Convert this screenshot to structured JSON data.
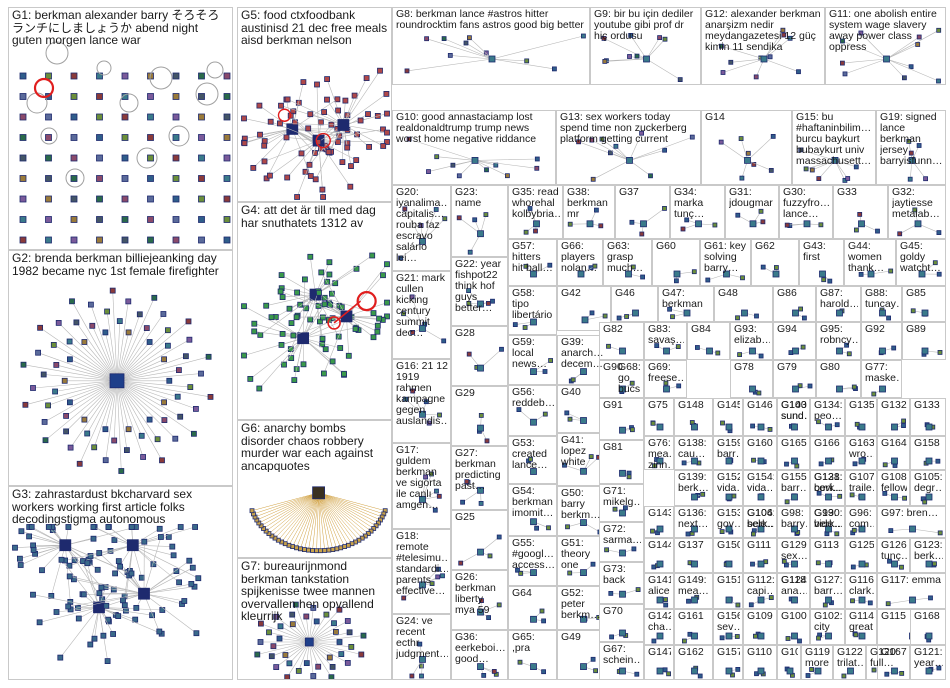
{
  "graph_title": "",
  "colors": {
    "border": "#c9c9c9",
    "edge": "#b8b8b8",
    "node_border": "#1e2a6e",
    "highlight": "#e01e1e",
    "text": "#1a1a1a"
  },
  "groups": [
    {
      "id": "G1",
      "title": "G1: berkman alexander barry そろそろランチにしましょうか abend night guten morgen lance war"
    },
    {
      "id": "G2",
      "title": "G2: brenda berkman billiejeanking day 1982 became nyc 1st female firefighter"
    },
    {
      "id": "G3",
      "title": "G3: zahrastardust bkcharvard sex workers working first article folks decodingstigma autonomous"
    },
    {
      "id": "G4",
      "title": "G4: att det är till med dag har snuthatets 1312 av"
    },
    {
      "id": "G5",
      "title": "G5: food ctxfoodbank austinisd 21 dec free meals aisd berkman nelson"
    },
    {
      "id": "G6",
      "title": "G6: anarchy bombs disorder chaos robbery murder war each against ancapquotes"
    },
    {
      "id": "G7",
      "title": "G7: bureaurijnmond berkman tankstation spijkenisse twee mannen overvallen hen opvallend kleurrijk"
    },
    {
      "id": "G8",
      "title": "G8: berkman lance #astros hitter roundrocktim fans astros good big better"
    },
    {
      "id": "G9",
      "title": "G9: bir bu için dediler youtube gibi prof dr hiç ordusu"
    },
    {
      "id": "G10",
      "title": "G10: good annastaciamp lost realdonaldtrump trump news worst home negative riddance"
    },
    {
      "id": "G11",
      "title": "G11: one abolish entire system wage slavery away power class oppress"
    },
    {
      "id": "G12",
      "title": "G12: alexander berkman anarşizm nedir meydangazetesi 12 güç kimin 11 sendika"
    },
    {
      "id": "G13",
      "title": "G13: sex workers today spend time non zuckerberg platform getting current"
    },
    {
      "id": "G14",
      "title": "G14"
    },
    {
      "id": "G15",
      "title": "G15: bu #haftaninbilim… burcu baykurt bubaykurt univ massachusett…"
    },
    {
      "id": "G16",
      "title": "G16: 21 12 1919 rahmen kampagne gegen auslandis…"
    },
    {
      "id": "G17",
      "title": "G17: guldem berkman ve sigorta ile canlı amgen…"
    },
    {
      "id": "G18",
      "title": "G18: remote #telesimu… standardi… parents effective…"
    },
    {
      "id": "G19",
      "title": "G19: signed lance berkman jersey barryisfunn…"
    },
    {
      "id": "G20",
      "title": "G20: iyanalima… capitalis… rouba faz escravo salário lei…"
    },
    {
      "id": "G21",
      "title": "G21: mark cullen kicking century summit dec…"
    },
    {
      "id": "G22",
      "title": "G22: year fishpot22 think hof guys better…"
    },
    {
      "id": "G23",
      "title": "G23: name"
    },
    {
      "id": "G24",
      "title": "G24: ve recent ecthr judgment…"
    },
    {
      "id": "G25",
      "title": "G25"
    },
    {
      "id": "G26",
      "title": "G26: berkman liberty mya 59"
    },
    {
      "id": "G27",
      "title": "G27: berkman predicting past…"
    },
    {
      "id": "G28",
      "title": "G28"
    },
    {
      "id": "G29",
      "title": "G29"
    },
    {
      "id": "G30",
      "title": "G30: fuzzyfro… lance…"
    },
    {
      "id": "G31",
      "title": "G31: jdougmar"
    },
    {
      "id": "G32",
      "title": "G32: jaytiesse metalab…"
    },
    {
      "id": "G33",
      "title": "G33"
    },
    {
      "id": "G34",
      "title": "G34: marka tunç…"
    },
    {
      "id": "G35",
      "title": "G35: read whorehal kolbybria…"
    },
    {
      "id": "G36",
      "title": "G36: eerkeboi… good…"
    },
    {
      "id": "G37",
      "title": "G37"
    },
    {
      "id": "G38",
      "title": "G38: berkman mr"
    },
    {
      "id": "G39",
      "title": "G39: anarch… decem…"
    },
    {
      "id": "G40",
      "title": "G40"
    },
    {
      "id": "G41",
      "title": "G41: lopez white"
    },
    {
      "id": "G42",
      "title": "G42"
    },
    {
      "id": "G43",
      "title": "G43: first"
    },
    {
      "id": "G44",
      "title": "G44: women thank…"
    },
    {
      "id": "G45",
      "title": "G45: goldy watcht…"
    },
    {
      "id": "G46",
      "title": "G46"
    },
    {
      "id": "G47",
      "title": "G47: berkman"
    },
    {
      "id": "G48",
      "title": "G48"
    },
    {
      "id": "G49",
      "title": "G49"
    },
    {
      "id": "G50",
      "title": "G50: barry berkm…"
    },
    {
      "id": "G51",
      "title": "G51: theory one"
    },
    {
      "id": "G52",
      "title": "G52: peter berkm…"
    },
    {
      "id": "G53",
      "title": "G53: created lance…"
    },
    {
      "id": "G54",
      "title": "G54: berkman imomit…"
    },
    {
      "id": "G55",
      "title": "G55: #googl… access…"
    },
    {
      "id": "G56",
      "title": "G56: reddeb…"
    },
    {
      "id": "G57",
      "title": "G57: hitters hit ball…"
    },
    {
      "id": "G58",
      "title": "G58: tipo libertário"
    },
    {
      "id": "G59",
      "title": "G59: local news…"
    },
    {
      "id": "G60",
      "title": "G60"
    },
    {
      "id": "G61",
      "title": "G61: key solving barry…"
    },
    {
      "id": "G62",
      "title": "G62"
    },
    {
      "id": "G63",
      "title": "G63: grasp much…"
    },
    {
      "id": "G64",
      "title": "G64"
    },
    {
      "id": "G65",
      "title": "G65: ,pra"
    },
    {
      "id": "G66",
      "title": "G66: players nolan…"
    },
    {
      "id": "G67",
      "title": "G67: schein…"
    },
    {
      "id": "G68",
      "title": "G68: go bucs…"
    },
    {
      "id": "G69",
      "title": "G69: freese…"
    },
    {
      "id": "G70",
      "title": "G70"
    },
    {
      "id": "G71",
      "title": "G71: mikelg…"
    },
    {
      "id": "G72",
      "title": "G72: sarma…"
    },
    {
      "id": "G73",
      "title": "G73: back"
    },
    {
      "id": "G75",
      "title": "G75"
    },
    {
      "id": "G76",
      "title": "G76: mea… zinn…"
    },
    {
      "id": "G77",
      "title": "G77: maske…"
    },
    {
      "id": "G78",
      "title": "G78"
    },
    {
      "id": "G79",
      "title": "G79"
    },
    {
      "id": "G80",
      "title": "G80"
    },
    {
      "id": "G81",
      "title": "G81"
    },
    {
      "id": "G82",
      "title": "G82"
    },
    {
      "id": "G83",
      "title": "G83: savaş…"
    },
    {
      "id": "G84",
      "title": "G84"
    },
    {
      "id": "G85",
      "title": "G85"
    },
    {
      "id": "G86",
      "title": "G86"
    },
    {
      "id": "G87",
      "title": "G87: harold…"
    },
    {
      "id": "G88",
      "title": "G88: tuncay…"
    },
    {
      "id": "G89",
      "title": "G89"
    },
    {
      "id": "G90",
      "title": "G90"
    },
    {
      "id": "G91",
      "title": "G91"
    },
    {
      "id": "G92",
      "title": "G92"
    },
    {
      "id": "G93",
      "title": "G93: elizab…"
    },
    {
      "id": "G94",
      "title": "G94"
    },
    {
      "id": "G95",
      "title": "G95: robncy…"
    },
    {
      "id": "G96",
      "title": "G96: com…"
    },
    {
      "id": "G97",
      "title": "G97: bren…"
    },
    {
      "id": "G98",
      "title": "G98: barry…"
    },
    {
      "id": "G99",
      "title": "G99: vide…"
    },
    {
      "id": "G100",
      "title": "G100"
    },
    {
      "id": "G101",
      "title": "G101"
    },
    {
      "id": "G102",
      "title": "G102: city"
    },
    {
      "id": "G103",
      "title": "G103: sund…"
    },
    {
      "id": "G104",
      "title": "G104: berk…"
    },
    {
      "id": "G105",
      "title": "G105: degr…"
    },
    {
      "id": "G106",
      "title": "G106: sele…"
    },
    {
      "id": "G107",
      "title": "G107: traile…"
    },
    {
      "id": "G108",
      "title": "G108: fellow…"
    },
    {
      "id": "G109",
      "title": "G109"
    },
    {
      "id": "G110",
      "title": "G110"
    },
    {
      "id": "G111",
      "title": "G111"
    },
    {
      "id": "G112",
      "title": "G112: capi…"
    },
    {
      "id": "G113",
      "title": "G113"
    },
    {
      "id": "G114",
      "title": "G114: great…"
    },
    {
      "id": "G115",
      "title": "G115"
    },
    {
      "id": "G116",
      "title": "G116: clark…"
    },
    {
      "id": "G117",
      "title": "G117: emma"
    },
    {
      "id": "G118",
      "title": "G118: ana…"
    },
    {
      "id": "G119",
      "title": "G119: more"
    },
    {
      "id": "G120",
      "title": "G120: full…"
    },
    {
      "id": "G121",
      "title": "G121: year…"
    },
    {
      "id": "G122",
      "title": "G122: trilat…"
    },
    {
      "id": "G123",
      "title": "G123: berk…"
    },
    {
      "id": "G124",
      "title": "G124"
    },
    {
      "id": "G125",
      "title": "G125"
    },
    {
      "id": "G126",
      "title": "G126: tunç…"
    },
    {
      "id": "G127",
      "title": "G127: barr…"
    },
    {
      "id": "G128",
      "title": "G128: berk…"
    },
    {
      "id": "G129",
      "title": "G129: sex…"
    },
    {
      "id": "G130",
      "title": "G130: berk…"
    },
    {
      "id": "G131",
      "title": "G131: covi…"
    },
    {
      "id": "G132",
      "title": "G132"
    },
    {
      "id": "G133",
      "title": "G133"
    },
    {
      "id": "G134",
      "title": "G134: peo…"
    },
    {
      "id": "G135",
      "title": "G135"
    },
    {
      "id": "G136",
      "title": "G136: next…"
    },
    {
      "id": "G137",
      "title": "G137"
    },
    {
      "id": "G138",
      "title": "G138: cau…"
    },
    {
      "id": "G139",
      "title": "G139: berk…"
    },
    {
      "id": "G140",
      "title": "G140: sund…"
    },
    {
      "id": "G141",
      "title": "G141: alice"
    },
    {
      "id": "G142",
      "title": "G142: cha…"
    },
    {
      "id": "G143",
      "title": "G143"
    },
    {
      "id": "G144",
      "title": "G144"
    },
    {
      "id": "G145",
      "title": "G145"
    },
    {
      "id": "G146",
      "title": "G146"
    },
    {
      "id": "G147",
      "title": "G147"
    },
    {
      "id": "G148",
      "title": "G148"
    },
    {
      "id": "G149",
      "title": "G149: mea…"
    },
    {
      "id": "G150",
      "title": "G150"
    },
    {
      "id": "G151",
      "title": "G151"
    },
    {
      "id": "G152",
      "title": "G152: vida…"
    },
    {
      "id": "G153",
      "title": "G153: gov…"
    },
    {
      "id": "G154",
      "title": "G154: vida…"
    },
    {
      "id": "G155",
      "title": "G155: barr…"
    },
    {
      "id": "G156",
      "title": "G156: sev…"
    },
    {
      "id": "G157",
      "title": "G157"
    },
    {
      "id": "G158",
      "title": "G158"
    },
    {
      "id": "G159",
      "title": "G159: barr…"
    },
    {
      "id": "G160",
      "title": "G160"
    },
    {
      "id": "G161",
      "title": "G161"
    },
    {
      "id": "G162",
      "title": "G162"
    },
    {
      "id": "G163",
      "title": "G163: wro…"
    },
    {
      "id": "G164",
      "title": "G164"
    },
    {
      "id": "G165",
      "title": "G165"
    },
    {
      "id": "G166",
      "title": "G166"
    },
    {
      "id": "G167",
      "title": "G167"
    },
    {
      "id": "G168",
      "title": "G168"
    }
  ]
}
